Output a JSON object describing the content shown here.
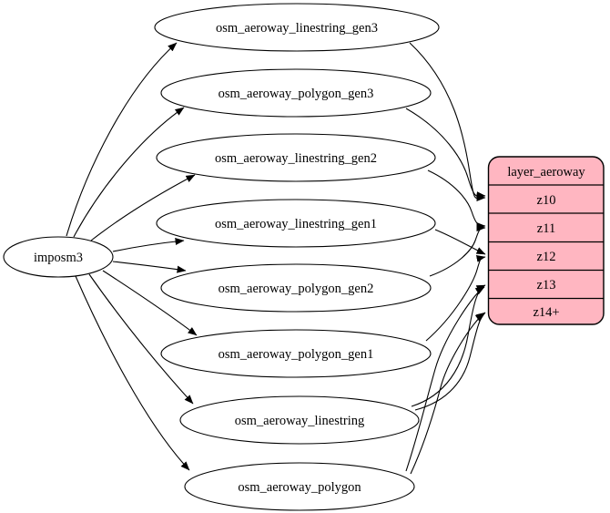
{
  "diagram": {
    "source": {
      "label": "imposm3"
    },
    "tables": [
      {
        "label": "osm_aeroway_linestring_gen3"
      },
      {
        "label": "osm_aeroway_polygon_gen3"
      },
      {
        "label": "osm_aeroway_linestring_gen2"
      },
      {
        "label": "osm_aeroway_linestring_gen1"
      },
      {
        "label": "osm_aeroway_polygon_gen2"
      },
      {
        "label": "osm_aeroway_polygon_gen1"
      },
      {
        "label": "osm_aeroway_linestring"
      },
      {
        "label": "osm_aeroway_polygon"
      }
    ],
    "layer": {
      "title": "layer_aeroway",
      "rows": [
        {
          "label": "z10"
        },
        {
          "label": "z11"
        },
        {
          "label": "z12"
        },
        {
          "label": "z13"
        },
        {
          "label": "z14+"
        }
      ]
    },
    "edges": [
      {
        "from": "imposm3",
        "to": "osm_aeroway_linestring_gen3"
      },
      {
        "from": "imposm3",
        "to": "osm_aeroway_polygon_gen3"
      },
      {
        "from": "imposm3",
        "to": "osm_aeroway_linestring_gen2"
      },
      {
        "from": "imposm3",
        "to": "osm_aeroway_linestring_gen1"
      },
      {
        "from": "imposm3",
        "to": "osm_aeroway_polygon_gen2"
      },
      {
        "from": "imposm3",
        "to": "osm_aeroway_polygon_gen1"
      },
      {
        "from": "imposm3",
        "to": "osm_aeroway_linestring"
      },
      {
        "from": "imposm3",
        "to": "osm_aeroway_polygon"
      },
      {
        "from": "osm_aeroway_linestring_gen3",
        "to": "z10"
      },
      {
        "from": "osm_aeroway_polygon_gen3",
        "to": "z10"
      },
      {
        "from": "osm_aeroway_linestring_gen2",
        "to": "z11"
      },
      {
        "from": "osm_aeroway_polygon_gen2",
        "to": "z11"
      },
      {
        "from": "osm_aeroway_linestring_gen1",
        "to": "z12"
      },
      {
        "from": "osm_aeroway_polygon_gen1",
        "to": "z12"
      },
      {
        "from": "osm_aeroway_linestring",
        "to": "z13"
      },
      {
        "from": "osm_aeroway_linestring",
        "to": "z14+"
      },
      {
        "from": "osm_aeroway_polygon",
        "to": "z13"
      },
      {
        "from": "osm_aeroway_polygon",
        "to": "z14+"
      }
    ],
    "colors": {
      "record_fill": "#ffb6c1",
      "stroke": "#000000",
      "background": "#ffffff"
    }
  }
}
